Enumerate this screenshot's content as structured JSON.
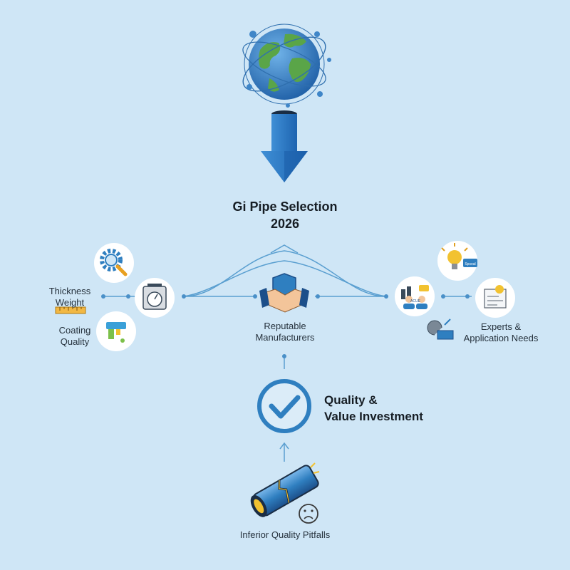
{
  "title": {
    "line1": "Gi Pipe Selection",
    "line2": "2026"
  },
  "left": {
    "thickness_line1": "Thickness",
    "thickness_line2": "Weight",
    "coating_line1": "Coating",
    "coating_line2": "Quality"
  },
  "center": {
    "manufacturers_line1": "Reputable",
    "manufacturers_line2": "Manufacturers"
  },
  "right": {
    "experts_line1": "Experts &",
    "experts_line2": "Application Needs",
    "bubble_text": "Spsoal",
    "badge_text": "ACUE"
  },
  "result": {
    "line1": "Quality &",
    "line2": "Value Investment"
  },
  "bottom": {
    "pitfalls": "Inferior Quality Pitfalls"
  },
  "colors": {
    "background": "#cfe6f6",
    "primary_blue": "#2f7fc0",
    "connector": "#5a9fd0",
    "globe_land": "#5aa548",
    "warning_yellow": "#f2c230"
  },
  "icons": [
    "globe-icon",
    "down-arrow-icon",
    "gear-search-icon",
    "scale-icon",
    "paint-icon",
    "ruler-icon",
    "handshake-shield-icon",
    "lightbulb-icon",
    "blueprint-icon",
    "factory-team-icon",
    "pipe-gauge-icon",
    "checkmark-icon",
    "broken-pipe-icon",
    "sad-face-icon"
  ]
}
